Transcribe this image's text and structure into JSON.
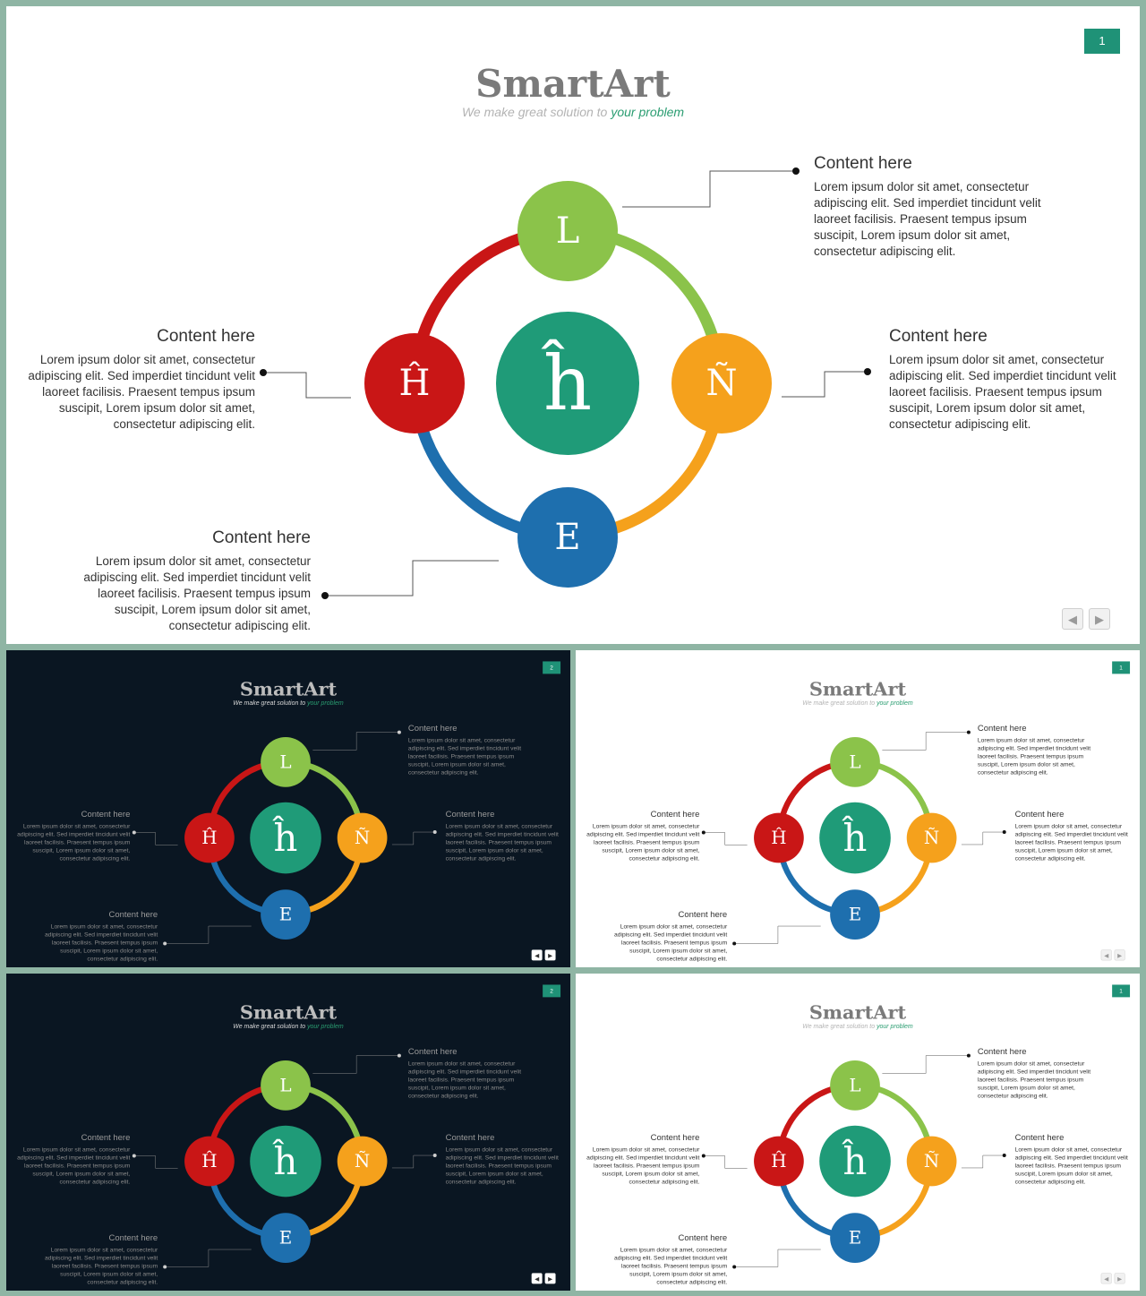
{
  "slide": {
    "title": "SmartArt",
    "subtitle_lead": "We make great solution to",
    "subtitle_accent": "your problem",
    "badges": [
      "1",
      "2",
      "1",
      "2",
      "1"
    ],
    "center_letter": "ĥ",
    "nodes": {
      "top": "L",
      "right": "Ñ",
      "bottom": "E",
      "left": "Ĥ"
    },
    "content": {
      "heading": "Content here",
      "body": "Lorem ipsum dolor sit amet, consectetur adipiscing elit. Sed imperdiet tincidunt velit laoreet facilisis. Praesent tempus ipsum suscipit, Lorem ipsum dolor sit amet, consectetur adipiscing elit."
    },
    "nav": {
      "prev_icon": "triangle-left-icon",
      "next_icon": "triangle-right-icon",
      "prev_glyph": "◀",
      "next_glyph": "▶"
    }
  },
  "colors": {
    "top": "#8bc34a",
    "right": "#f5a11c",
    "bottom": "#1e6fae",
    "left": "#c91616",
    "center": "#1f9b78",
    "accent": "#2a9d71",
    "badge": "#1f9277",
    "dark_background": "#0a1622",
    "frame": "#8fb5a4"
  }
}
